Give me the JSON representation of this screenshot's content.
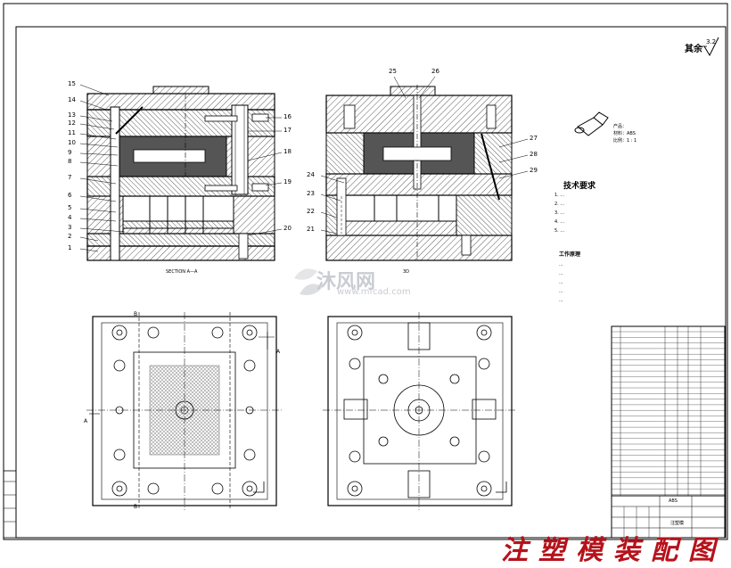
{
  "drawing_title": "注塑模装配图",
  "watermark": {
    "brand": "沐风网",
    "url": "www.mfcad.com"
  },
  "surface_roughness": {
    "label": "其余",
    "value": "3.2"
  },
  "section_labels": {
    "left": "SECTION A—A",
    "right": "3D"
  },
  "part_info": {
    "product": "产品：",
    "material": "材料：ABS",
    "scale": "比例：1 : 1"
  },
  "tech_requirements": {
    "title": "技术要求",
    "lines": [
      "1. ...",
      "2. ...",
      "3. ...",
      "4. ...",
      "5. ..."
    ]
  },
  "work_process": {
    "title": "工作原理",
    "lines": [
      "...",
      "...",
      "...",
      "...",
      "..."
    ]
  },
  "left_callouts": [
    "15",
    "14",
    "13",
    "12",
    "11",
    "10",
    "9",
    "8",
    "7",
    "6",
    "5",
    "4",
    "3",
    "2",
    "1"
  ],
  "mid_callouts": [
    "16",
    "17",
    "18",
    "19",
    "20"
  ],
  "right_left_callouts": [
    "24",
    "23",
    "22",
    "21"
  ],
  "right_top_callouts": [
    "25",
    "26"
  ],
  "right_side_callouts": [
    "27",
    "28",
    "29"
  ],
  "view_markers": {
    "a_top": "A",
    "a_left": "A",
    "b_top": "B",
    "b_bottom": "B"
  },
  "title_block": {
    "material_cell": "ABS",
    "name_cell": "注塑模"
  },
  "colors": {
    "title_red": "#b5121b",
    "line": "#000000",
    "hatch": "#333333",
    "watermark": "#c9ccd2"
  }
}
